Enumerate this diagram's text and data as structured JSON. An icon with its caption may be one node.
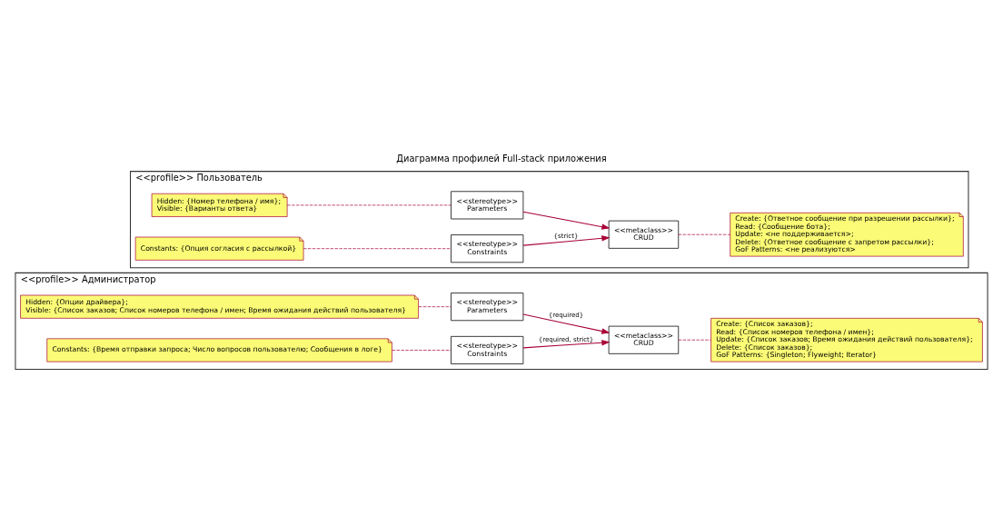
{
  "diagram": {
    "title": "Диаграмма профилей Full-stack приложения",
    "nodes": [
      {
        "text": [
          "<<profile>> Пользователь"
        ]
      },
      {
        "text": [
          "Hidden: {Номер телефона / имя};",
          "Visible: {Варианты ответа}"
        ],
        "in": 0
      },
      {
        "text": [
          "<<stereotype>>",
          "Parameters"
        ],
        "in": 0
      },
      {
        "text": [
          "Constants: {Опция согласия с рассылкой}"
        ],
        "in": 0
      },
      {
        "text": [
          "<<stereotype>>",
          "Constraints"
        ],
        "in": 0
      },
      {
        "text": [
          "<<metaclass>>",
          "CRUD"
        ],
        "in": 0
      },
      {
        "text": [
          "Create: {Ответное сообщение при разрешении рассылки};",
          "Read: {Сообщение бота};",
          "Update: <не поддерживается>;",
          "Delete: {Ответное сообщение с запретом рассылки};",
          "GoF Patterns: <не реализуются>"
        ],
        "in": 0
      },
      {
        "text": [
          "<<profile>> Администратор"
        ]
      },
      {
        "text": [
          "Hidden: {Опции драйвера};",
          "Visible: {Список заказов; Список номеров телефона / имен; Время ожидания действий пользователя}"
        ],
        "in": 7
      },
      {
        "text": [
          "<<stereotype>>",
          "Parameters"
        ],
        "in": 7
      },
      {
        "text": [
          "Constants: {Время отправки запроса; Число вопросов пользователю; Сообщения в логе}"
        ],
        "in": 7
      },
      {
        "text": [
          "<<stereotype>>",
          "Constraints"
        ],
        "in": 7
      },
      {
        "text": [
          "<<metaclass>>",
          "CRUD"
        ],
        "in": 7
      },
      {
        "text": [
          "Create: {Список заказов};",
          "Read: {Список номеров телефона / имен};",
          "Update: {Список заказов; Время ожидания действий пользователя};",
          "Delete: {Список заказов};",
          "GoF Patterns: {Singleton; Flyweight; Iterator}"
        ],
        "in": 7
      }
    ],
    "edges": [
      {
        "from": 1,
        "to": 2,
        "arrow": "none",
        "style": "dashed"
      },
      {
        "from": 3,
        "to": 4,
        "arrow": "none",
        "style": "dashed"
      },
      {
        "from": 2,
        "to": 5,
        "arrow": "to"
      },
      {
        "from": 4,
        "to": 5,
        "arrow": "to",
        "label": "{strict}"
      },
      {
        "from": 5,
        "to": 6,
        "arrow": "none",
        "style": "dashed"
      },
      {
        "from": 8,
        "to": 9,
        "arrow": "none",
        "style": "dashed"
      },
      {
        "from": 10,
        "to": 11,
        "arrow": "none",
        "style": "dashed"
      },
      {
        "from": 9,
        "to": 12,
        "arrow": "to",
        "label": "{required}"
      },
      {
        "from": 11,
        "to": 12,
        "arrow": "to",
        "label": "{required, strict}"
      },
      {
        "from": 12,
        "to": 13,
        "arrow": "none",
        "style": "dashed"
      }
    ]
  }
}
